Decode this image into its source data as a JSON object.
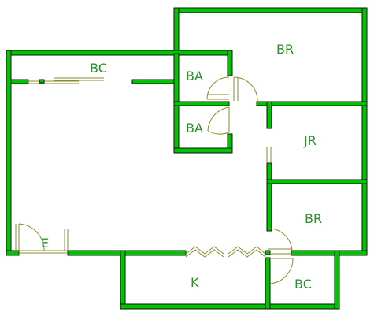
{
  "colors": {
    "wall": "#00c400",
    "wall_outline": "#111111",
    "door": "#8a8a2a",
    "label": "#2e8b2e",
    "background": "#ffffff"
  },
  "rooms": {
    "br_top": "BR",
    "bc_top": "BC",
    "ba_1": "BA",
    "ba_2": "BA",
    "jr": "JR",
    "br_right": "BR",
    "entry": "E",
    "kitchen": "K",
    "bc_bottom": "BC"
  }
}
